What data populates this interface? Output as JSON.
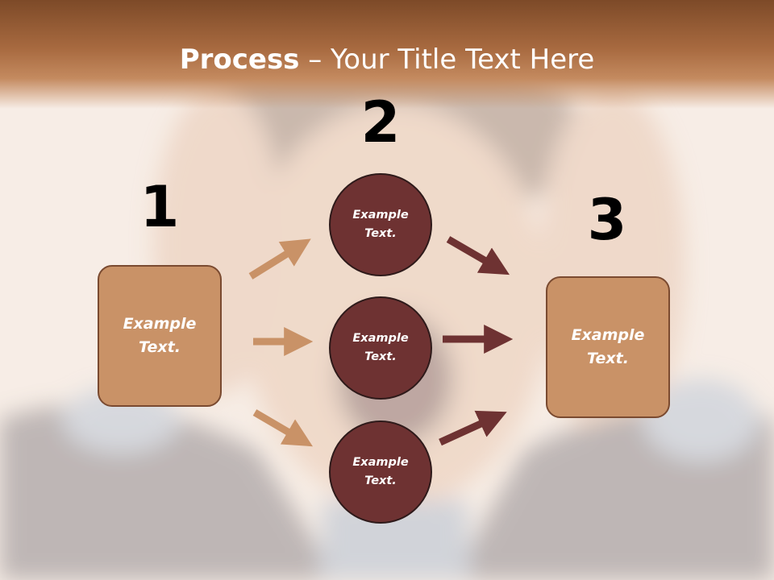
{
  "title": {
    "bold": "Process",
    "rest": " – Your Title Text Here"
  },
  "steps": [
    {
      "number": "1",
      "label": "Example\nText."
    },
    {
      "number": "2",
      "label": "Example\nText."
    },
    {
      "number": "3",
      "label": "Example\nText."
    }
  ],
  "circles": [
    {
      "label": "Example\nText."
    },
    {
      "label": "Example\nText."
    },
    {
      "label": "Example\nText."
    }
  ],
  "colors": {
    "box_fill": "#c99267",
    "box_border": "#7a4a30",
    "circle_fill": "#6e3232",
    "arrow_light": "#c99267",
    "arrow_dark": "#6e3232",
    "header": "#a86a40"
  }
}
